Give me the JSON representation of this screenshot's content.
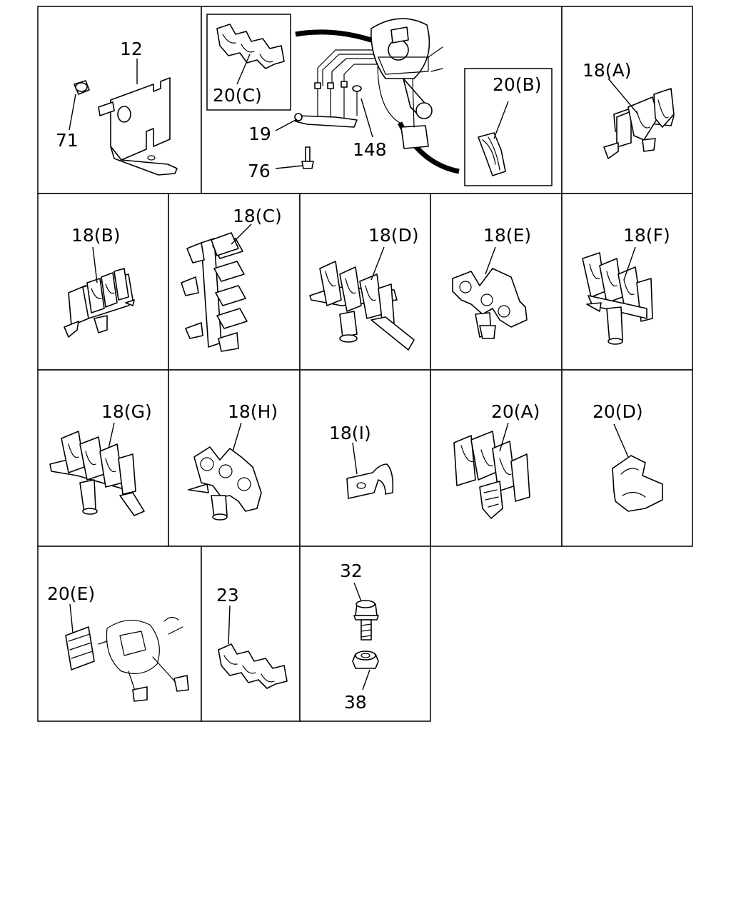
{
  "labels": {
    "p12": "12",
    "p71": "71",
    "p20C": "20(C)",
    "p19": "19",
    "p148": "148",
    "p76": "76",
    "p20B": "20(B)",
    "p18A": "18(A)",
    "p18B": "18(B)",
    "p18C": "18(C)",
    "p18D": "18(D)",
    "p18E": "18(E)",
    "p18F": "18(F)",
    "p18G": "18(G)",
    "p18H": "18(H)",
    "p18I": "18(I)",
    "p20A": "20(A)",
    "p20D": "20(D)",
    "p20E": "20(E)",
    "p23": "23",
    "p32": "32",
    "p38": "38"
  }
}
